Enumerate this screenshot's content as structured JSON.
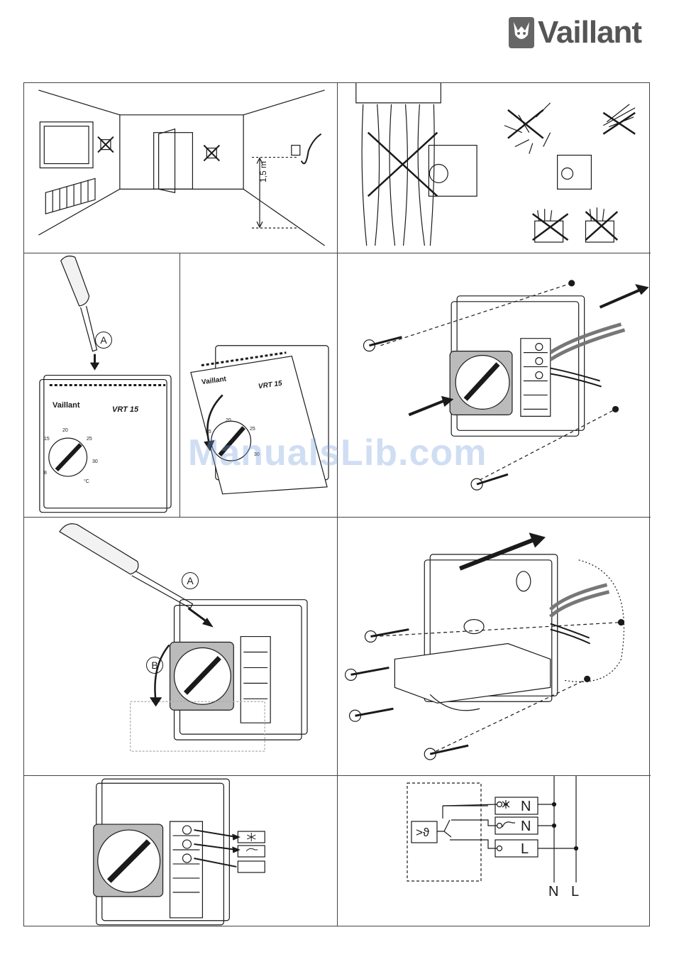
{
  "brand": {
    "name": "Vaillant"
  },
  "panel1": {
    "height_label": "1,5 m"
  },
  "panel3": {
    "callout": "A",
    "brand": "Vaillant",
    "model": "VRT 15",
    "dial_ticks": [
      "15",
      "20",
      "25",
      "30",
      "8"
    ],
    "unit": "°C"
  },
  "panel4": {
    "brand": "Vaillant",
    "model": "VRT 15",
    "dial_ticks": [
      "15",
      "20",
      "25",
      "30"
    ]
  },
  "panel6": {
    "callout_a": "A",
    "callout_b": "B"
  },
  "wiring": {
    "terminals": [
      "N",
      "N",
      "L"
    ],
    "symbol": ">ϑ",
    "supply": [
      "N",
      "L"
    ]
  },
  "watermark": "ManualsLib.com",
  "colors": {
    "line": "#1a1a1a",
    "frame": "#444444",
    "watermark": "#78a0dc"
  }
}
